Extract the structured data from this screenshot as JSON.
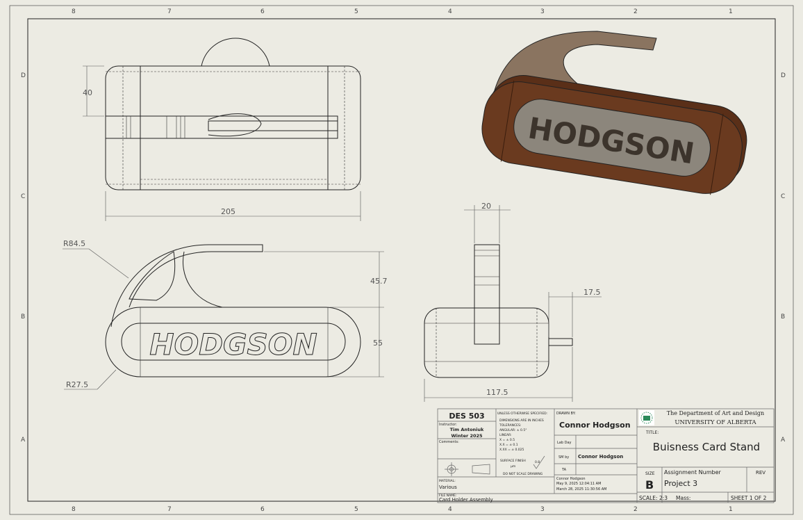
{
  "sheet": {
    "zones_x": [
      "8",
      "7",
      "6",
      "5",
      "4",
      "3",
      "2",
      "1"
    ],
    "zones_y": [
      "D",
      "C",
      "B",
      "A"
    ]
  },
  "views": {
    "top": {
      "dim_width": "205",
      "dim_slot": "40"
    },
    "front": {
      "engraving": "HODGSON",
      "dim_radius_large": "R84.5",
      "dim_radius_small": "R27.5",
      "dim_hook_height": "45.7",
      "dim_body_height": "55"
    },
    "side": {
      "dim_upright": "20",
      "dim_protrusion": "17.5",
      "dim_depth": "117.5"
    },
    "isometric": {
      "engraving": "HODGSON"
    }
  },
  "title_block": {
    "course": "DES 503",
    "instructor_label": "Instructor:",
    "instructor": "Tim Antoniuk",
    "term": "Winter 2025",
    "comments_label": "Comments:",
    "unless": "UNLESS OTHERWISE SPECIFIED:",
    "dims_inches": "DIMENSIONS ARE IN INCHES",
    "tolerances": "TOLERANCES:",
    "angular": "ANGULAR: ± 0.5°",
    "linear": "LINEAR:",
    "tol_x": "X     = ± 0.5",
    "tol_xx": "X.X   = ± 0.1",
    "tol_xxx": "X.XX = ± 0.025",
    "surface_finish": "SURFACE FINISH",
    "surface_unit": "μm",
    "surface_value": "0.8",
    "do_not_scale": "DO NOT SCALE DRAWING",
    "material_label": "MATERIAL:",
    "material": "Various",
    "file_label": "FILE NAME:",
    "file": "Card Holder Assembly",
    "drawn_by_label": "DRAWN BY:",
    "drawn_by": "Connor Hodgson",
    "lab_day_label": "Lab Day",
    "sm_by_label": "SM by",
    "sm_by": "Connor Hodgson",
    "ta_label": "TA",
    "author": "Connor Hodgson",
    "date_saved": "May 9, 2025 12:04:11 AM",
    "date_created": "March 28, 2025 11:30:56 AM",
    "dept": "The Department of Art and Design",
    "university": "UNIVERSITY OF ALBERTA",
    "title_label": "TITLE:",
    "title": "Buisness Card Stand",
    "size_label": "SIZE",
    "size": "B",
    "assignment_label": "Assignment  Number",
    "assignment": "Project 3",
    "rev_label": "REV",
    "scale": "SCALE: 2:3",
    "mass": "Mass:",
    "sheet": "SHEET 1 OF 2"
  },
  "colors": {
    "paper": "#ecebe3",
    "wood": "#6a3a1f",
    "plate": "#8c867c",
    "metal": "#8a7460"
  }
}
